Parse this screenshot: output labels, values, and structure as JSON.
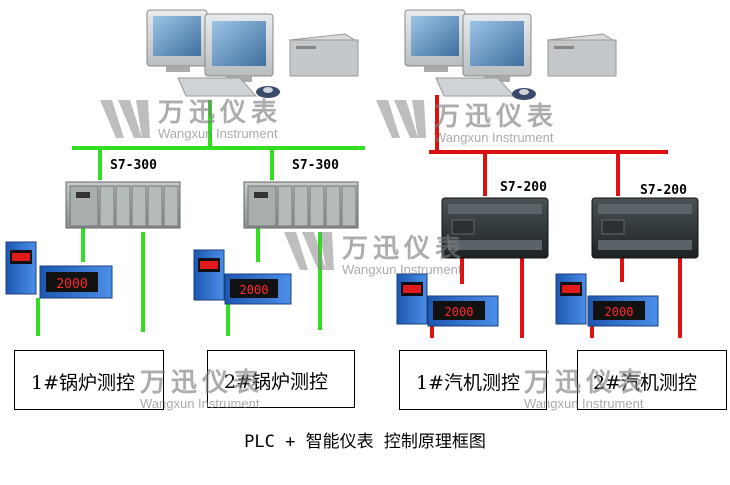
{
  "plc_labels": {
    "plc1": "S7-300",
    "plc2": "S7-300",
    "plc3": "S7-200",
    "plc4": "S7-200"
  },
  "boxes": {
    "box1": "1#锅炉测控",
    "box2": "2#锅炉测控",
    "box3": "1#汽机测控",
    "box4": "2#汽机测控"
  },
  "watermark": {
    "cn": "万迅仪表",
    "en": "Wangxun Instrument"
  },
  "caption": "PLC + 智能仪表 控制原理框图",
  "meter_display": "2000",
  "colors": {
    "boiler_bus": "#33dd22",
    "turbine_bus": "#dd1111",
    "monitor_screen": "#5f8fbf",
    "plc_body_gray": "#9aa0a0",
    "plc_body_dark": "#2a3033",
    "meter_blue": "#2a6fcf",
    "meter_display": "#e11b1b"
  }
}
